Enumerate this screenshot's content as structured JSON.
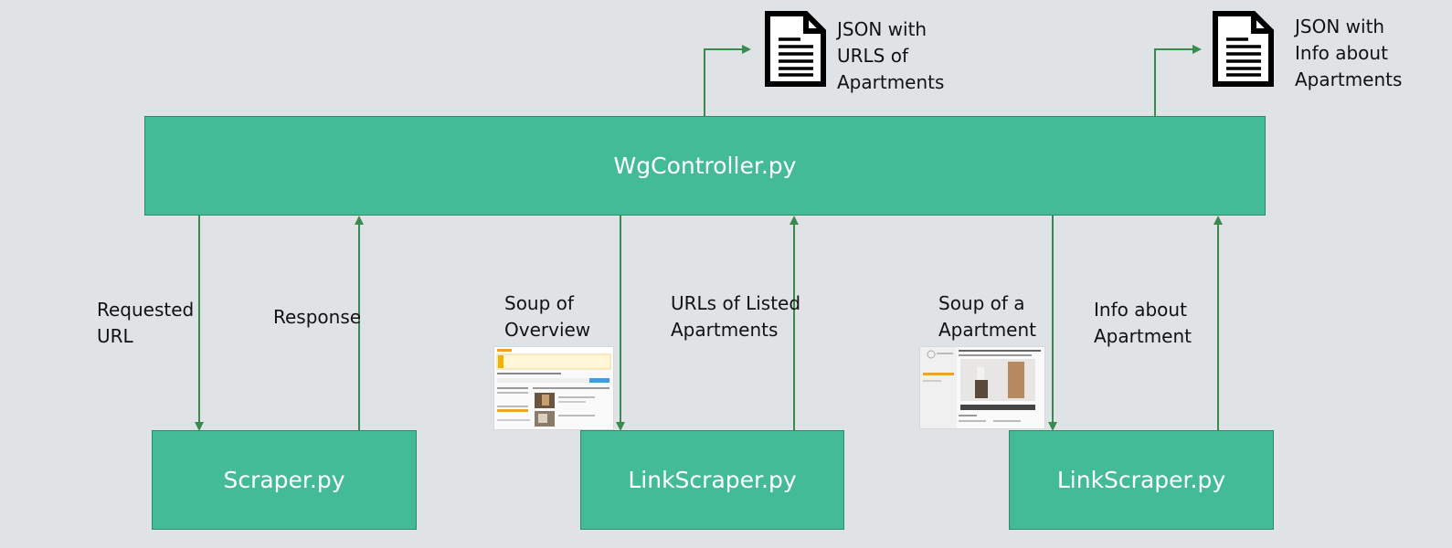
{
  "colors": {
    "box_fill": "#43bb97",
    "box_border": "#2f8a68",
    "arrow": "#3a8a4f",
    "background": "#e0e3e6"
  },
  "boxes": {
    "controller": "WgController.py",
    "scraper": "Scraper.py",
    "linkscraper_1": "LinkScraper.py",
    "linkscraper_2": "LinkScraper.py"
  },
  "labels": {
    "requested_url": "Requested\nURL",
    "response": "Response",
    "soup_overview": "Soup of\nOverview",
    "urls_listed": "URLs of Listed\nApartments",
    "soup_apartment": "Soup of a\nApartment",
    "info_apartment": "Info about\nApartment",
    "json_urls": "JSON with\nURLS of\nApartments",
    "json_info": "JSON with\nInfo about\nApartments"
  },
  "icons": {
    "document": "document-icon",
    "thumbnail": "webpage-screenshot"
  }
}
